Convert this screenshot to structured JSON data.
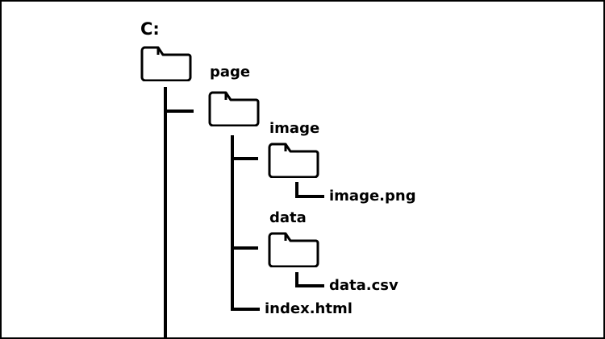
{
  "colors": {
    "stroke": "#000000",
    "background": "#ffffff"
  },
  "tree": {
    "root": {
      "label": "C:",
      "icon": "folder-icon"
    },
    "page": {
      "label": "page",
      "icon": "folder-icon"
    },
    "image": {
      "label": "image",
      "icon": "folder-icon"
    },
    "image_file": {
      "label": "image.png"
    },
    "data": {
      "label": "data",
      "icon": "folder-icon"
    },
    "data_file": {
      "label": "data.csv"
    },
    "index_file": {
      "label": "index.html"
    }
  }
}
